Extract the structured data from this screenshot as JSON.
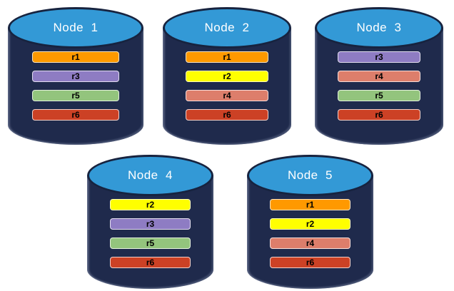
{
  "diagram": {
    "description_label": "database-replica-distribution",
    "colors": {
      "cylinder_body": "#1f2a4c",
      "cylinder_top": "#3399d6",
      "title_text": "#ffffff",
      "bar_text": "#000000",
      "replicas": {
        "r1": "#ff9900",
        "r2": "#ffff00",
        "r3": "#8e7cc3",
        "r4": "#dd7e6b",
        "r5": "#93c47d",
        "r6": "#cc4125"
      }
    },
    "nodes": [
      {
        "title": "Node  1",
        "replicas": [
          "r1",
          "r3",
          "r5",
          "r6"
        ]
      },
      {
        "title": "Node  2",
        "replicas": [
          "r1",
          "r2",
          "r4",
          "r6"
        ]
      },
      {
        "title": "Node  3",
        "replicas": [
          "r3",
          "r4",
          "r5",
          "r6"
        ]
      },
      {
        "title": "Node  4",
        "replicas": [
          "r2",
          "r3",
          "r5",
          "r6"
        ]
      },
      {
        "title": "Node  5",
        "replicas": [
          "r1",
          "r2",
          "r4",
          "r6"
        ]
      }
    ]
  }
}
